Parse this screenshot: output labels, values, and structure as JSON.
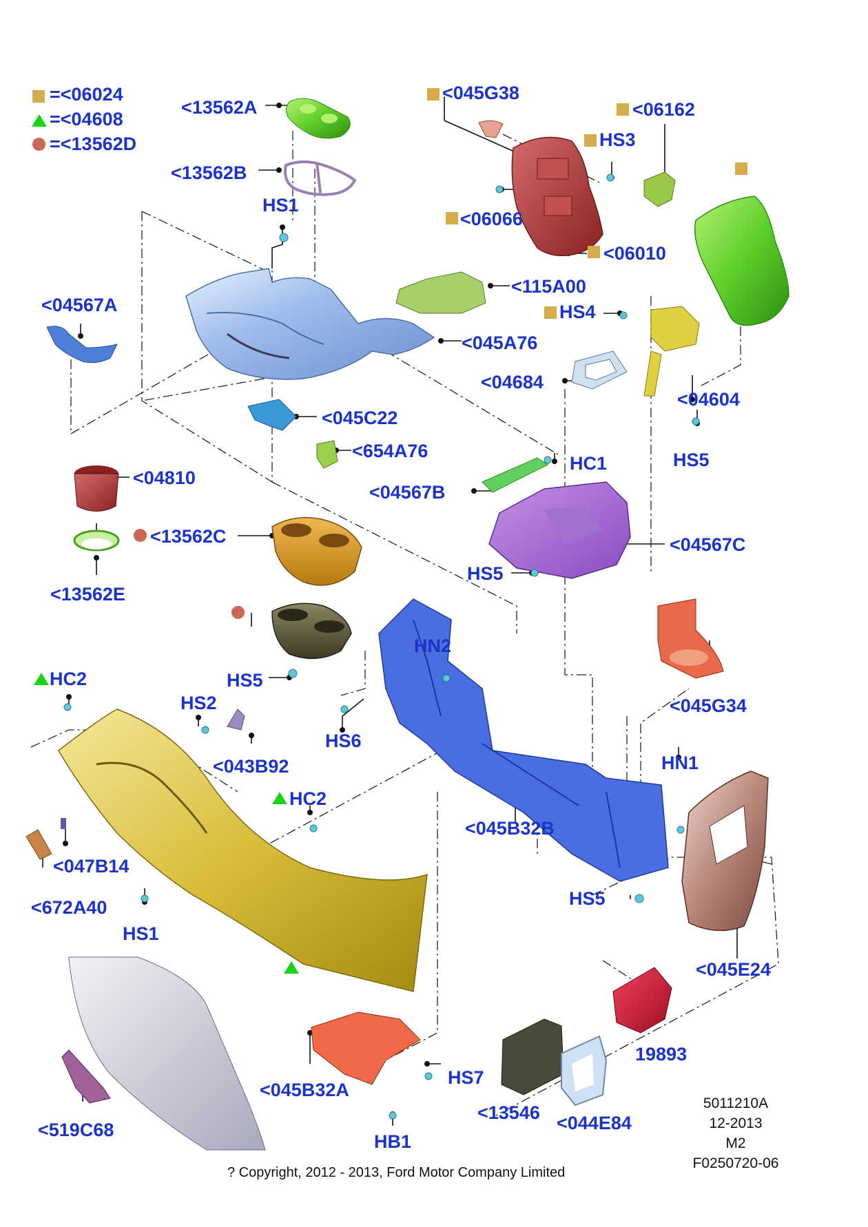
{
  "colors": {
    "label_blue": "#1a33cc",
    "square_symbol": "#d4ad4a",
    "triangle_symbol": "#16d416",
    "circle_symbol": "#cc6655"
  },
  "legend": [
    {
      "symbol": "square",
      "text": "=<06024"
    },
    {
      "symbol": "triangle",
      "text": "=<04608"
    },
    {
      "symbol": "circle",
      "text": "=<13562D"
    }
  ],
  "labels": {
    "l13562A": "<13562A",
    "l13562B": "<13562B",
    "hs1_top": "HS1",
    "l04567A": "<04567A",
    "l045G38": "<045G38",
    "l06162": "<06162",
    "hs3": "HS3",
    "l06066": "<06066",
    "l06010": "<06010",
    "l115A00": "<115A00",
    "hs4": "HS4",
    "l045A76": "<045A76",
    "l04684": "<04684",
    "l04604": "<04604",
    "l045C22": "<045C22",
    "l654A76": "<654A76",
    "hs5_a": "HS5",
    "hc1": "HC1",
    "l04810": "<04810",
    "l04567B": "<04567B",
    "l13562C": "<13562C",
    "l04567C": "<04567C",
    "hs5_b": "HS5",
    "l13562E": "<13562E",
    "hn2": "HN2",
    "hc2_a": "HC2",
    "hs5_c": "HS5",
    "l045G34": "<045G34",
    "hs2": "HS2",
    "hs6": "HS6",
    "l043B92": "<043B92",
    "hn1": "HN1",
    "hc2_b": "HC2",
    "l045B32B": "<045B32B",
    "l047B14": "<047B14",
    "l672A40": "<672A40",
    "hs5_d": "HS5",
    "hs1_bot": "HS1",
    "l045E24": "<045E24",
    "l19893": "19893",
    "hs7": "HS7",
    "l045B32A": "<045B32A",
    "l13546": "<13546",
    "l044E84": "<044E84",
    "l519C68": "<519C68",
    "hb1": "HB1"
  },
  "meta": {
    "code": "5011210A",
    "date": "12-2013",
    "rev": "M2",
    "ref": "F0250720-06"
  },
  "copyright": "? Copyright, 2012 - 2013, Ford Motor Company Limited"
}
